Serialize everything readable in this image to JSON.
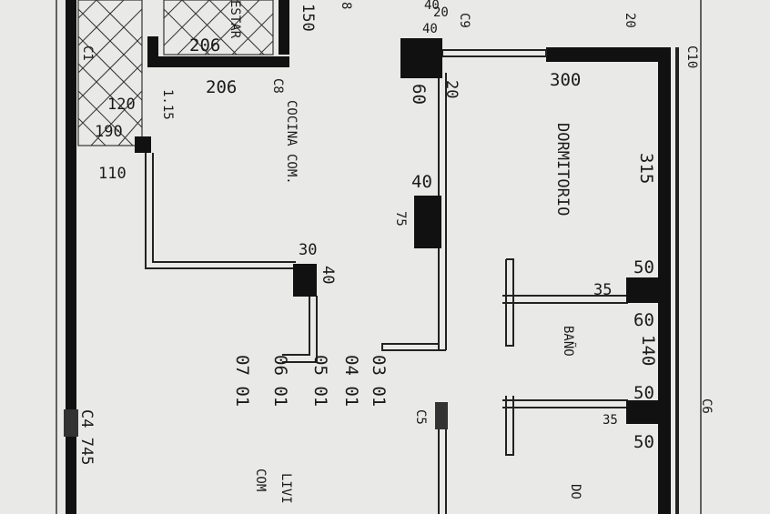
{
  "plan": {
    "colors": {
      "paper": "#e9e9e7",
      "ink": "#1a1a1a",
      "wall": "#111111"
    },
    "rooms": {
      "dormitorio": "DORMITORIO",
      "bano": "BAÑO",
      "cocina": "COCINA COM.",
      "living": "LIVI",
      "comedor": "COM",
      "room_partial": "DO",
      "top_left_label": "ESTAR"
    },
    "columns": {
      "c1": "C1",
      "c4": "C4 745",
      "c5": "C5",
      "c6": "C6",
      "c8": "C8",
      "c9": "C9",
      "c10": "C10"
    },
    "dims": {
      "d150": "150",
      "d206a": "206",
      "d206b": "206",
      "d120": "120",
      "d190": "190",
      "d110": "110",
      "d115": "1.15",
      "d40a": "40",
      "d20a": "20",
      "d20b": "20",
      "d60": "60",
      "d300": "300",
      "d315": "315",
      "d40b": "40",
      "d75": "75",
      "d30": "30",
      "d40c": "40",
      "d50a": "50",
      "d35a": "35",
      "d60b": "60",
      "d140": "140",
      "d50b": "50",
      "d35b": "35",
      "d50c": "50",
      "d8": "8",
      "d20c": "20",
      "d40d": "40"
    },
    "levels": [
      "03 01",
      "04 01",
      "05 01",
      "06 01",
      "07 01"
    ]
  }
}
